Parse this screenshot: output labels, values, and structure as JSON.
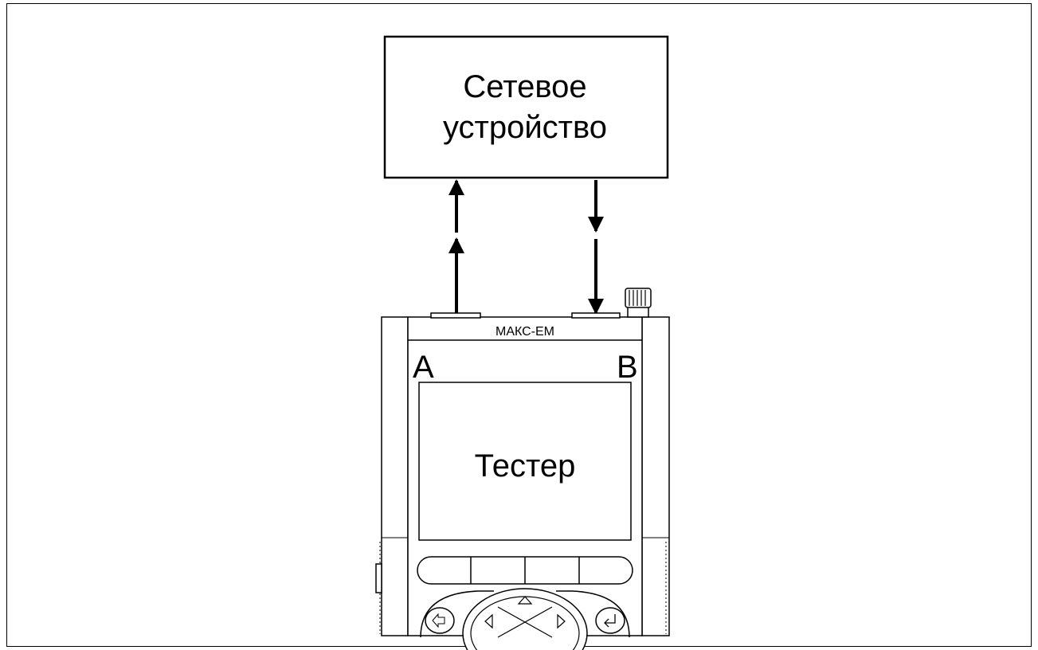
{
  "network_device": {
    "line1": "Сетевое",
    "line2": "устройство"
  },
  "tester": {
    "model": "МАКС-ЕМ",
    "port_a": "A",
    "port_b": "B",
    "screen_label": "Тестер"
  },
  "colors": {
    "line": "#000000",
    "background": "#ffffff",
    "device_body": "#ffffff"
  }
}
